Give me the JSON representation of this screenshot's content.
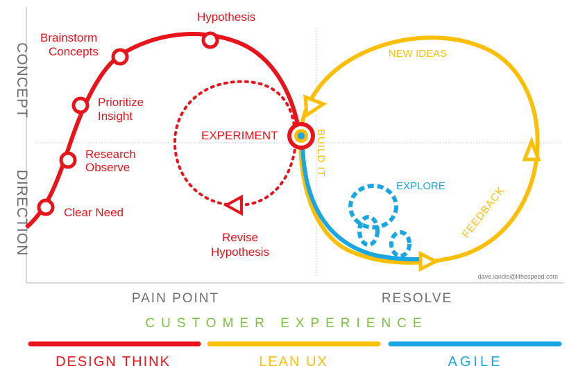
{
  "axes": {
    "y_top": "CONCEPT",
    "y_bottom": "DIRECTION",
    "x_left": "PAIN POINT",
    "x_right": "RESOLVE",
    "x_title": "CUSTOMER EXPERIENCE"
  },
  "design_think": {
    "steps": [
      "Clear Need",
      "Research",
      "Observe",
      "Prioritize",
      "Insight",
      "Brainstorm",
      "Concepts",
      "Hypothesis"
    ],
    "experiment": "EXPERIMENT",
    "revise": [
      "Revise",
      "Hypothesis"
    ]
  },
  "lean_ux": {
    "new_ideas": "NEW IDEAS",
    "build_it": "BUILD IT",
    "feedback": "FEEDBACK"
  },
  "agile": {
    "explore": "EXPLORE"
  },
  "credit": "dave.landis@lithespeed.com",
  "legend": {
    "design_think": "DESIGN THINK",
    "lean_ux": "LEAN UX",
    "agile": "AGILE"
  },
  "colors": {
    "red": "#e8141c",
    "yellow": "#fbbf0a",
    "blue": "#1aa6e2",
    "green": "#7cc242",
    "gray": "#6d6e70"
  }
}
